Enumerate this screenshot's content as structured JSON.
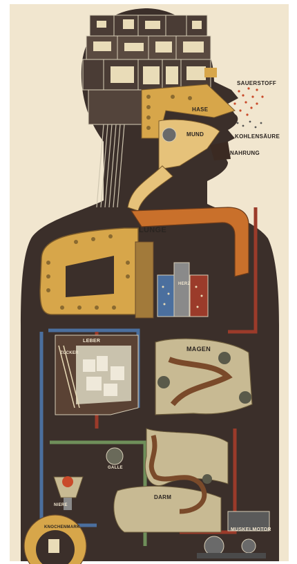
{
  "artwork": {
    "labels": {
      "sauerstoff": "SAUERSTOFF",
      "hase": "HASE",
      "mund": "MUND",
      "kohlensaure": "KOHLENSÄURE",
      "nahrung": "NAHRUNG",
      "lunge": "LUNGE",
      "herz": "HERZ",
      "leber": "LEBER",
      "zucker": "ZUCKER",
      "magen": "MAGEN",
      "galle": "GALLE",
      "niere": "NIERE",
      "darm": "DARM",
      "knochenmark": "KNOCHENMARK",
      "muskelmotor": "MUSKELMOTOR"
    },
    "colors": {
      "paper": "#f1e6cf",
      "body_dark": "#3b2f2a",
      "ochre": "#d7a64a",
      "ochre_light": "#e6c27a",
      "orange": "#c9702b",
      "pipe_blue": "#4b6f9e",
      "pipe_red": "#9b3b2a",
      "pipe_green": "#6f8f5a",
      "cream": "#efe3c3"
    }
  }
}
